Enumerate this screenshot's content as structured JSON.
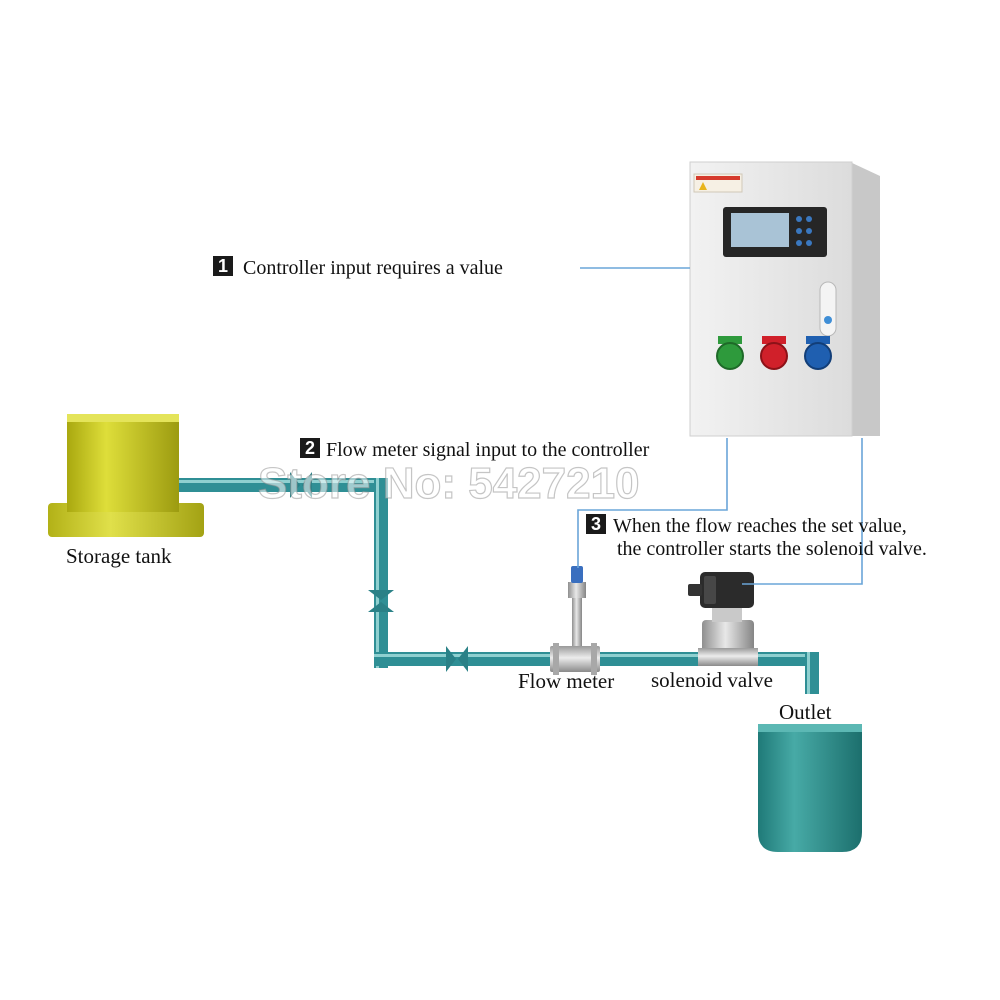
{
  "steps": [
    {
      "number": "1",
      "text": "Controller input requires a value"
    },
    {
      "number": "2",
      "text": "Flow meter signal input to the controller"
    },
    {
      "number": "3",
      "text_line1": "When the flow reaches the set value,",
      "text_line2": "the controller starts the solenoid valve."
    }
  ],
  "labels": {
    "storage_tank": "Storage tank",
    "flow_meter": "Flow meter",
    "solenoid_valve": "solenoid valve",
    "outlet": "Outlet"
  },
  "watermark": "Store No: 5427210",
  "colors": {
    "pipe": "#2f8f95",
    "pipe_highlight": "#8fd0d0",
    "tank_yellow": "#c8c81c",
    "outlet_tank": "#2a8a88",
    "cabinet": "#e6e6e6",
    "leader_line": "#6aa5d8",
    "button_green": "#2e9a3c",
    "button_red": "#d0202a",
    "button_blue": "#1f5fb0"
  }
}
